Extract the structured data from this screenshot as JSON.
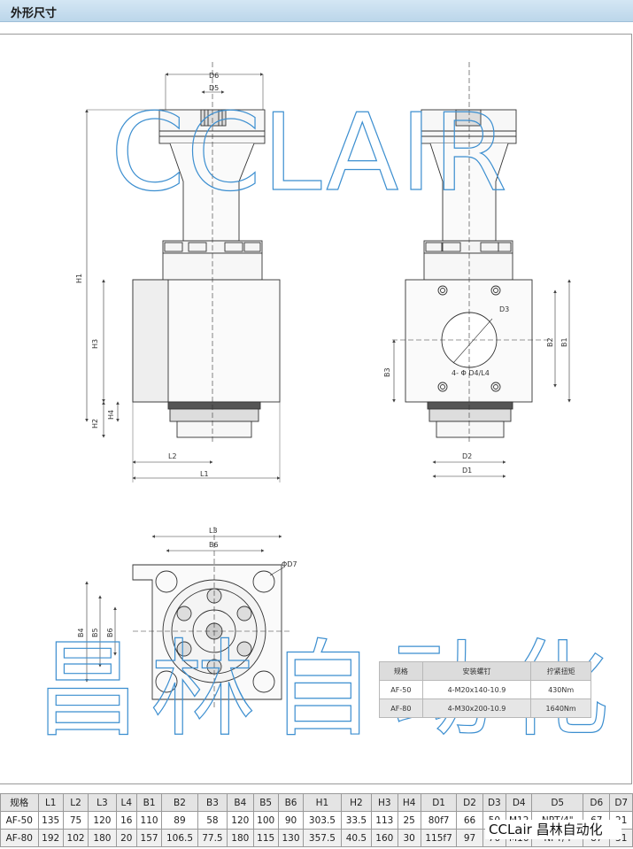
{
  "header": {
    "title": "外形尺寸"
  },
  "watermarks": {
    "latin": "CCLAIR",
    "cjk": [
      "昌",
      "林",
      "自",
      "动",
      "化"
    ]
  },
  "front_view": {
    "labels": {
      "d6": "D6",
      "d5": "D5",
      "h1": "H1",
      "h3": "H3",
      "h2": "H2",
      "h4": "H4",
      "l2": "L2",
      "l1": "L1"
    }
  },
  "side_view": {
    "labels": {
      "d3": "D3",
      "b2": "B2",
      "b1": "B1",
      "b3": "B3",
      "d4": "4- Φ D4/L4",
      "d2": "D2",
      "d1": "D1"
    }
  },
  "top_view": {
    "labels": {
      "l3": "L3",
      "b6_top": "B6",
      "d7": "ΦD7",
      "b4": "B4",
      "b5": "B5",
      "b6_side": "B6"
    }
  },
  "bolt_table": {
    "headers": [
      "规格",
      "安装螺钉",
      "拧紧扭矩"
    ],
    "rows": [
      [
        "AF-50",
        "4-M20x140-10.9",
        "430Nm"
      ],
      [
        "AF-80",
        "4-M30x200-10.9",
        "1640Nm"
      ]
    ]
  },
  "spec_table": {
    "headers": [
      "规格",
      "L1",
      "L2",
      "L3",
      "L4",
      "B1",
      "B2",
      "B3",
      "B4",
      "B5",
      "B6",
      "H1",
      "H2",
      "H3",
      "H4",
      "D1",
      "D2",
      "D3",
      "D4",
      "D5",
      "D6",
      "D7"
    ],
    "rows": [
      [
        "AF-50",
        "135",
        "75",
        "120",
        "16",
        "110",
        "89",
        "58",
        "120",
        "100",
        "90",
        "303.5",
        "33.5",
        "113",
        "25",
        "80f7",
        "66",
        "50",
        "M12",
        "NPT/4\"",
        "67",
        "21"
      ],
      [
        "AF-80",
        "192",
        "102",
        "180",
        "20",
        "157",
        "106.5",
        "77.5",
        "180",
        "115",
        "130",
        "357.5",
        "40.5",
        "160",
        "30",
        "115f7",
        "97",
        "76",
        "M16",
        "NPT/4",
        "87",
        "31"
      ]
    ]
  },
  "brand": {
    "text": "CCLair 昌林自动化"
  }
}
